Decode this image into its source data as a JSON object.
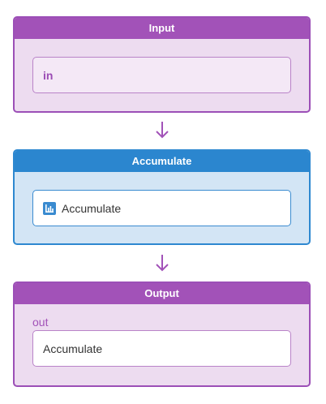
{
  "nodes": {
    "input": {
      "title": "Input",
      "field_value": "in"
    },
    "accumulate": {
      "title": "Accumulate",
      "field_value": "Accumulate",
      "icon": "bar-chart-icon"
    },
    "output": {
      "title": "Output",
      "port_label": "out",
      "field_value": "Accumulate"
    }
  },
  "colors": {
    "purple_header": "#a252b8",
    "purple_body": "#eddcf0",
    "blue_header": "#2b86cf",
    "blue_body": "#d3e5f5",
    "arrow": "#a252b8"
  }
}
